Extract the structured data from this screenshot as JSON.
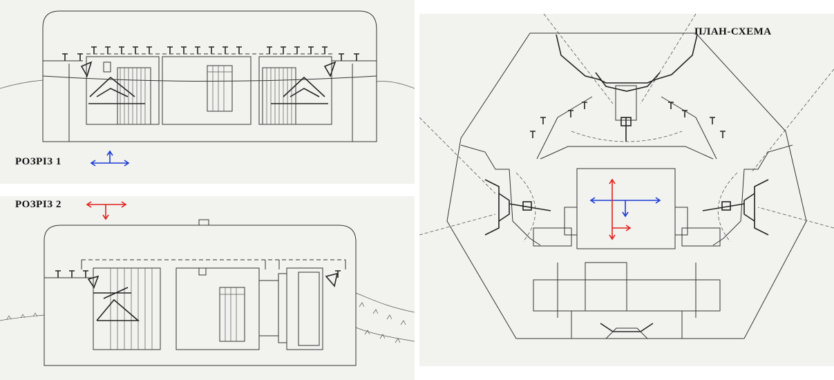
{
  "labels": {
    "section1": "РОЗРІЗ 1",
    "section2": "РОЗРІЗ 2",
    "plan": "ПЛАН-СХЕМА"
  },
  "colors": {
    "section1_arrows": "#1a3bd6",
    "section2_arrows": "#e0201c",
    "paper": "#f2f2ef",
    "ink": "#333333"
  }
}
